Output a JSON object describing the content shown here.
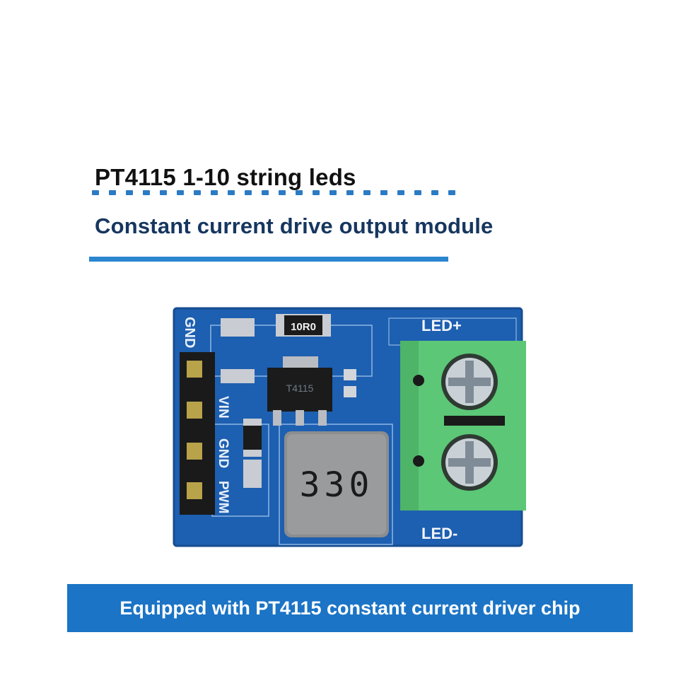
{
  "header": {
    "title_line1": "PT4115 1-10 string leds",
    "title_line2": "Constant current drive output module"
  },
  "board": {
    "label_gnd_top": "GND",
    "label_led_plus": "LED+",
    "label_led_minus": "LED-",
    "pin_labels": [
      "VIN",
      "GND",
      "PWM"
    ],
    "resistor_marking": "10R0",
    "chip_marking": "T4115",
    "inductor_marking": "330"
  },
  "banner": {
    "text": "Equipped with PT4115 constant current driver chip"
  },
  "colors": {
    "pcb_blue": "#1d5fb0",
    "terminal_green": "#5cc776",
    "banner_blue": "#1b74c5",
    "accent_line": "#2b86d0"
  }
}
